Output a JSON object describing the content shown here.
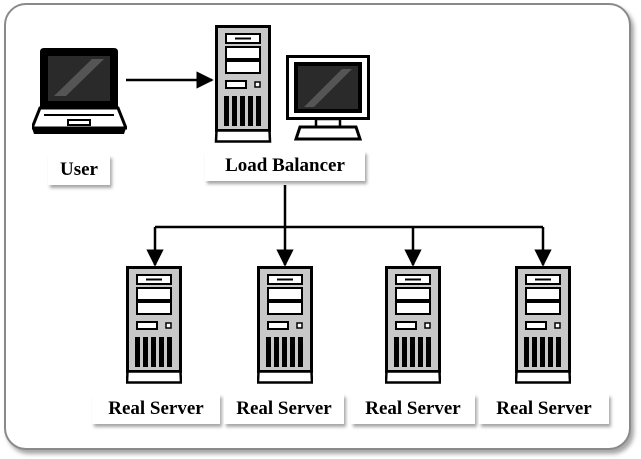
{
  "diagram": {
    "nodes": {
      "user": {
        "label": "User",
        "icon": "laptop-icon"
      },
      "load_balancer": {
        "label": "Load Balancer",
        "icon": "server-tower-icon",
        "monitor_icon": "monitor-icon"
      },
      "real_servers": [
        {
          "label": "Real Server",
          "icon": "server-tower-icon"
        },
        {
          "label": "Real Server",
          "icon": "server-tower-icon"
        },
        {
          "label": "Real Server",
          "icon": "server-tower-icon"
        },
        {
          "label": "Real Server",
          "icon": "server-tower-icon"
        }
      ]
    },
    "edges": [
      {
        "from": "user",
        "to": "load_balancer"
      },
      {
        "from": "load_balancer",
        "to": "real_servers.0"
      },
      {
        "from": "load_balancer",
        "to": "real_servers.1"
      },
      {
        "from": "load_balancer",
        "to": "real_servers.2"
      },
      {
        "from": "load_balancer",
        "to": "real_servers.3"
      }
    ],
    "colors": {
      "outline": "#000000",
      "tower_fill": "#c8c8c8",
      "screen_dark": "#2a2a2a",
      "frame_border": "#8a8a8a"
    }
  }
}
